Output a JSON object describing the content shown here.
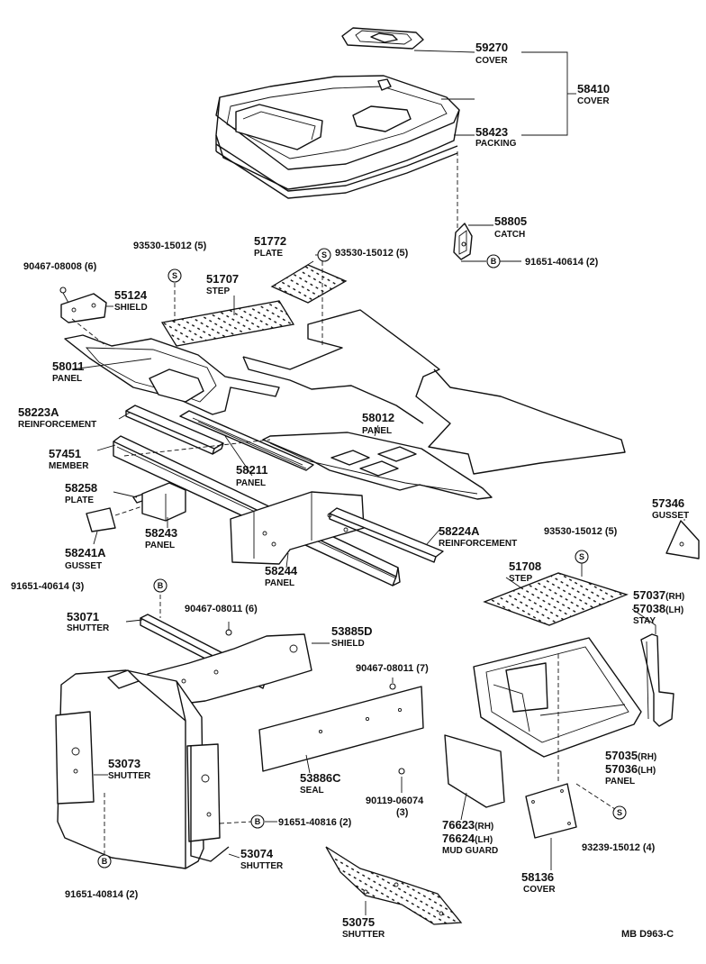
{
  "parts": {
    "p59270": {
      "no": "59270",
      "name": "COVER"
    },
    "p58410": {
      "no": "58410",
      "name": "COVER"
    },
    "p58423": {
      "no": "58423",
      "name": "PACKING"
    },
    "p58805": {
      "no": "58805",
      "name": "CATCH"
    },
    "p91651_40614_a": {
      "no": "91651-40614 (2)"
    },
    "p93530_left": {
      "no": "93530-15012 (5)"
    },
    "p51772": {
      "no": "51772",
      "name": "PLATE"
    },
    "p93530_mid": {
      "no": "93530-15012 (5)"
    },
    "p90467_08008": {
      "no": "90467-08008 (6)"
    },
    "p51707": {
      "no": "51707",
      "name": "STEP"
    },
    "p55124": {
      "no": "55124",
      "name": "SHIELD"
    },
    "p58011": {
      "no": "58011",
      "name": "PANEL"
    },
    "p58223A": {
      "no": "58223A",
      "name": "REINFORCEMENT"
    },
    "p58012": {
      "no": "58012",
      "name": "PANEL"
    },
    "p57451": {
      "no": "57451",
      "name": "MEMBER"
    },
    "p58211": {
      "no": "58211",
      "name": "PANEL"
    },
    "p58258": {
      "no": "58258",
      "name": "PLATE"
    },
    "p58243": {
      "no": "58243",
      "name": "PANEL"
    },
    "p58241A": {
      "no": "58241A",
      "name": "GUSSET"
    },
    "p58224A": {
      "no": "58224A",
      "name": "REINFORCEMENT"
    },
    "p58244": {
      "no": "58244",
      "name": "PANEL"
    },
    "p57346": {
      "no": "57346",
      "name": "GUSSET"
    },
    "p93530_right": {
      "no": "93530-15012 (5)"
    },
    "p51708": {
      "no": "51708",
      "name": "STEP"
    },
    "p57037": {
      "no": "57037",
      "suffix": "(RH)"
    },
    "p57038": {
      "no": "57038",
      "suffix": "(LH)",
      "name": "STAY"
    },
    "p91651_40614_b": {
      "no": "91651-40614 (3)"
    },
    "p90467_08011_a": {
      "no": "90467-08011 (6)"
    },
    "p53071": {
      "no": "53071",
      "name": "SHUTTER"
    },
    "p53885D": {
      "no": "53885D",
      "name": "SHIELD"
    },
    "p90467_08011_b": {
      "no": "90467-08011 (7)"
    },
    "p53073": {
      "no": "53073",
      "name": "SHUTTER"
    },
    "p57035": {
      "no": "57035",
      "suffix": "(RH)"
    },
    "p57036": {
      "no": "57036",
      "suffix": "(LH)",
      "name": "PANEL"
    },
    "p53886C": {
      "no": "53886C",
      "name": "SEAL"
    },
    "p90119_06074": {
      "no": "90119-06074",
      "qty": "(3)"
    },
    "p76623": {
      "no": "76623",
      "suffix": "(RH)"
    },
    "p76624": {
      "no": "76624",
      "suffix": "(LH)",
      "name": "MUD GUARD"
    },
    "p91651_40816": {
      "no": "91651-40816 (2)"
    },
    "p93239_15012": {
      "no": "93239-15012 (4)"
    },
    "p53074": {
      "no": "53074",
      "name": "SHUTTER"
    },
    "p58136": {
      "no": "58136",
      "name": "COVER"
    },
    "p91651_40814": {
      "no": "91651-40814 (2)"
    },
    "p53075": {
      "no": "53075",
      "name": "SHUTTER"
    }
  },
  "markers": {
    "s": "S",
    "b": "B"
  },
  "footer": {
    "ref": "MB  D963-C"
  }
}
